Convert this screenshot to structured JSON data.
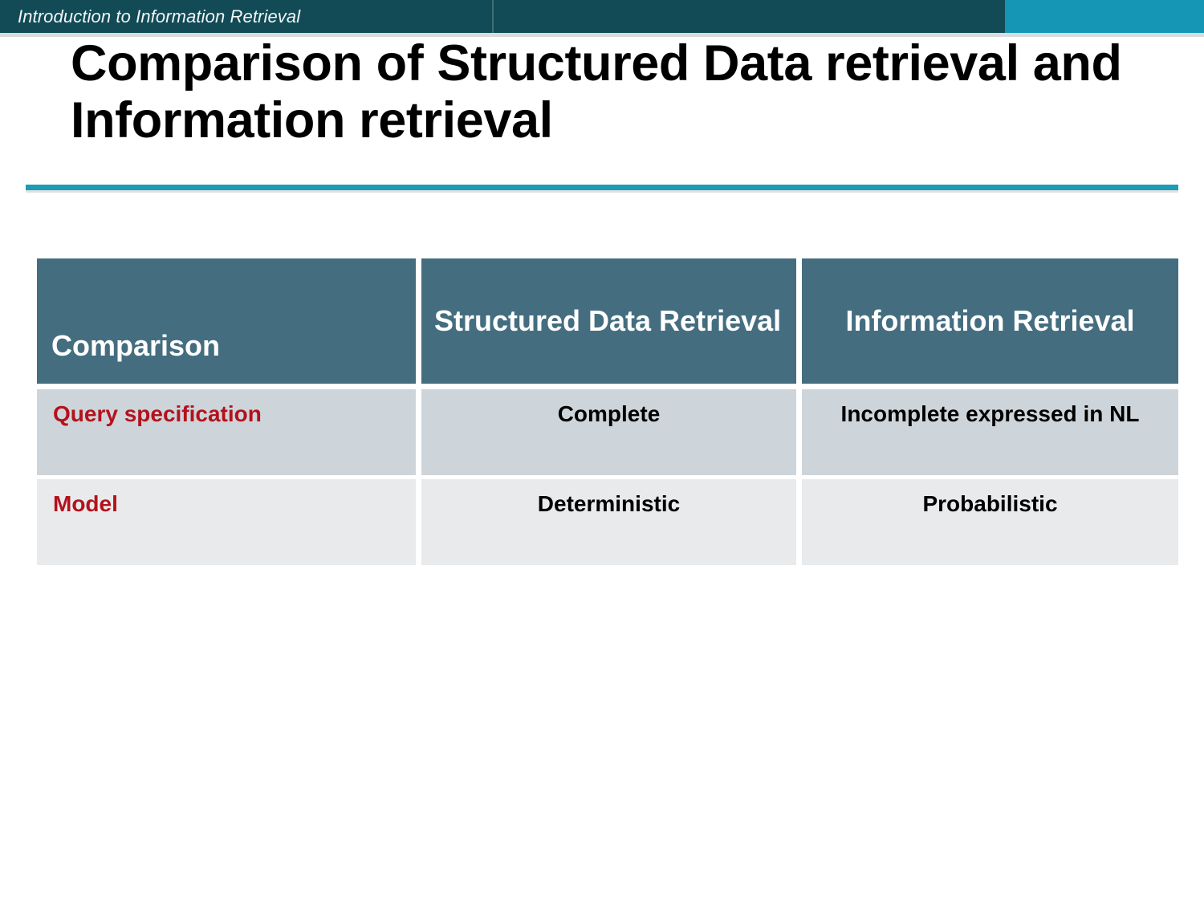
{
  "banner": {
    "label": "Introduction to Information Retrieval",
    "bar_color": "#124b55",
    "accent_color": "#1596b4"
  },
  "slide": {
    "title": "Comparison of Structured Data retrieval and Information retrieval",
    "rule_color": "#1b9cb9"
  },
  "table": {
    "header_bg": "#446e80",
    "header_text_color": "#ffffff",
    "row1_bg": "#ced5da",
    "row2_bg": "#e8eaec",
    "label_color": "#b3121d",
    "columns": [
      "Comparison",
      "Structured Data Retrieval",
      "Information Retrieval"
    ],
    "rows": [
      {
        "label": "Query specification",
        "structured": "Complete",
        "information": "Incomplete expressed in NL"
      },
      {
        "label": "Model",
        "structured": "Deterministic",
        "information": "Probabilistic"
      }
    ]
  }
}
